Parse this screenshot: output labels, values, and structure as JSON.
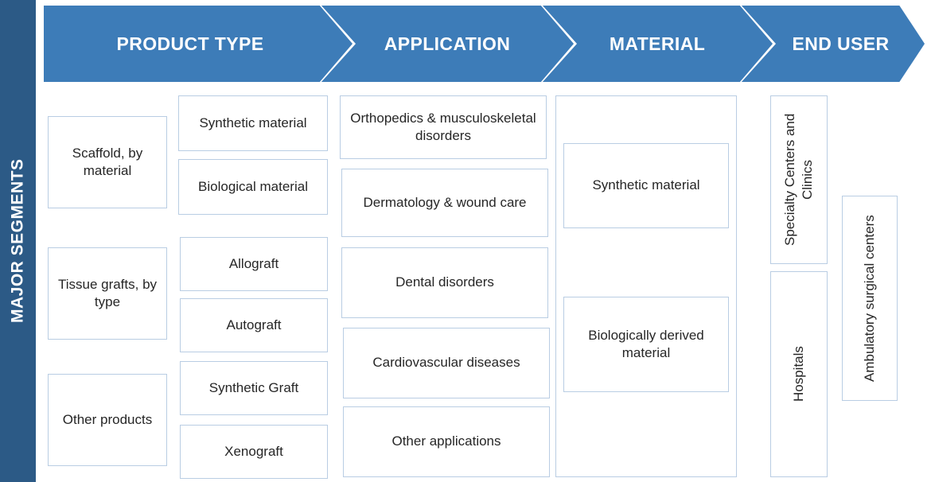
{
  "sidebar": {
    "label": "MAJOR SEGMENTS",
    "color": "#2c5a86"
  },
  "banner": {
    "accent_color": "#3d7cb8",
    "segments": [
      {
        "label": "PRODUCT TYPE"
      },
      {
        "label": "APPLICATION"
      },
      {
        "label": "MATERIAL"
      },
      {
        "label": "END USER"
      }
    ]
  },
  "columns": {
    "product_type_groups": [
      {
        "label": "Scaffold, by material"
      },
      {
        "label": "Tissue grafts, by type"
      },
      {
        "label": "Other products"
      }
    ],
    "product_type_items": [
      {
        "label": "Synthetic material"
      },
      {
        "label": "Biological material"
      },
      {
        "label": "Allograft"
      },
      {
        "label": "Autograft"
      },
      {
        "label": "Synthetic Graft"
      },
      {
        "label": "Xenograft"
      }
    ],
    "application_items": [
      {
        "label": "Orthopedics & musculoskeletal disorders"
      },
      {
        "label": "Dermatology & wound care"
      },
      {
        "label": "Dental disorders"
      },
      {
        "label": "Cardiovascular diseases"
      },
      {
        "label": "Other applications"
      }
    ],
    "material_items": [
      {
        "label": "Synthetic material"
      },
      {
        "label": "Biologically derived material"
      }
    ],
    "end_user_items": [
      {
        "label": "Specialty Centers and Clinics"
      },
      {
        "label": "Hospitals"
      },
      {
        "label": "Ambulatory surgical centers"
      }
    ]
  },
  "style": {
    "box_border_color": "#b9cde3",
    "text_color": "#262626"
  }
}
